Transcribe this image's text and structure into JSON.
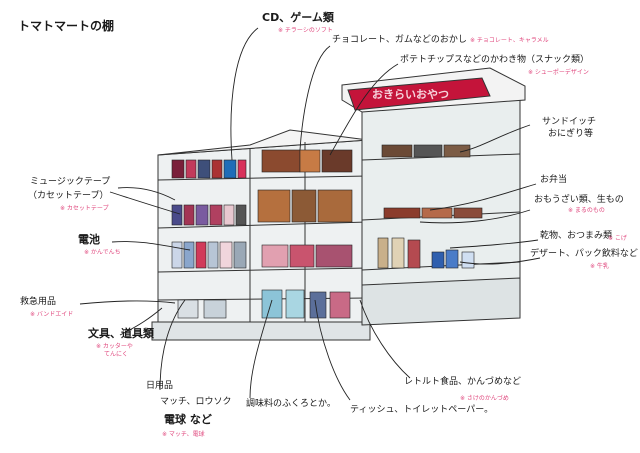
{
  "title": "トマトマートの棚",
  "sign_text": "おきらいおやつ",
  "labels": [
    {
      "id": "cd",
      "main": "CD、ゲーム類",
      "note": "※ チラーシのソフト"
    },
    {
      "id": "chocolate",
      "main": "チョコレート、ガムなどのおかし",
      "note": "※ チョコレート、キャラメル"
    },
    {
      "id": "potato",
      "main": "ポテトチップスなどのかわき物（スナック類）",
      "note": "※ シューポーデザイン"
    },
    {
      "id": "sandwich",
      "main": "サンドイッチ",
      "main2": "おにぎり等"
    },
    {
      "id": "bento",
      "main": "お弁当"
    },
    {
      "id": "side",
      "main": "おもうざい類、生もの",
      "note": "※ まるのもの"
    },
    {
      "id": "dried",
      "main": "乾物、おつまみ類",
      "note": "※ こげ"
    },
    {
      "id": "dessert",
      "main": "デザート、パック飲料など",
      "note": "※ 牛乳"
    },
    {
      "id": "music",
      "main": "ミュージックテープ",
      "main2": "（カセットテープ）",
      "note": "※ カセットテープ"
    },
    {
      "id": "battery",
      "main": "電池",
      "note": "※ かんでんち"
    },
    {
      "id": "firstaid",
      "main": "救急用品",
      "note": "※ バンドエイド"
    },
    {
      "id": "stationery",
      "main": "文具、道具類",
      "note": "※ カッターや",
      "note2": "てんにく"
    },
    {
      "id": "daily",
      "main": "日用品",
      "main2": "マッチ、ロウソク",
      "main3": "電球 など",
      "note": "※ マッチ、電球"
    },
    {
      "id": "seasoning",
      "main": "調味料のふくろとか。"
    },
    {
      "id": "tissue",
      "main": "ティッシュ、トイレットペーパー。"
    },
    {
      "id": "retort",
      "main": "レトルト食品、かんづめなど",
      "note": "※ さけのかんづめ"
    }
  ],
  "colors": {
    "ink": "#1a1a1a",
    "note": "#e0487e",
    "sign_bg": "#c4143a",
    "shelf": "#e6ebec"
  }
}
